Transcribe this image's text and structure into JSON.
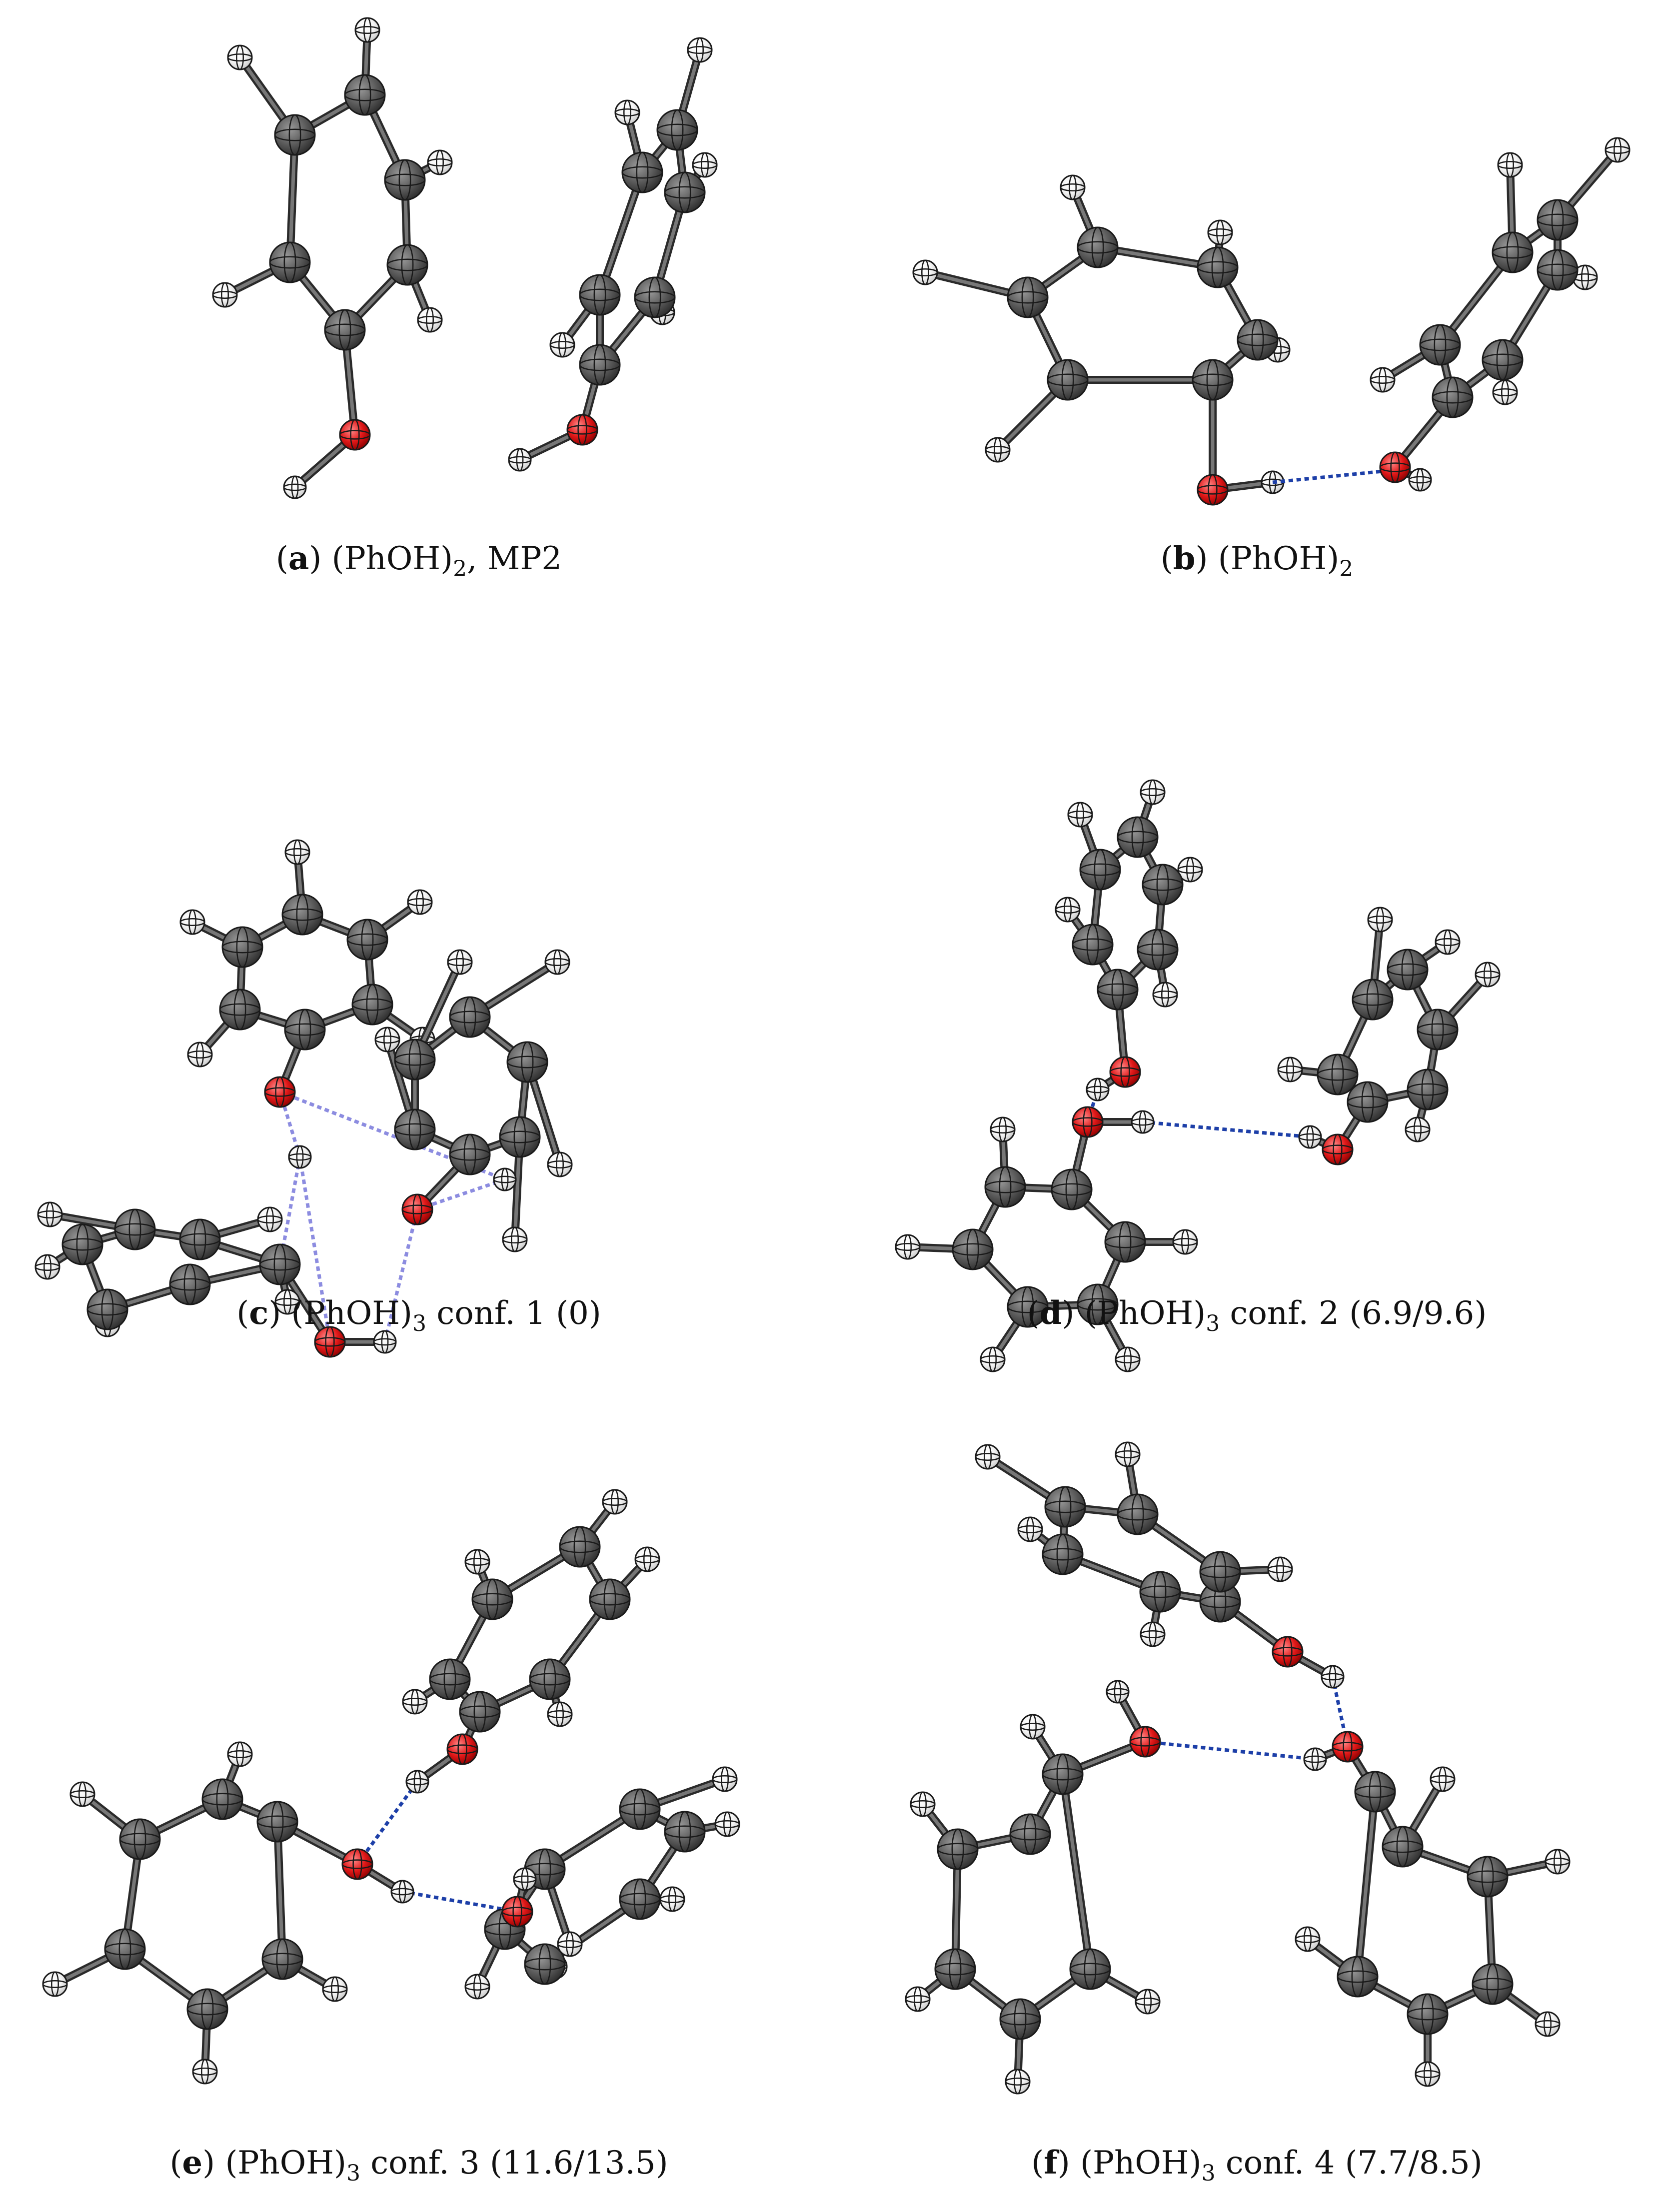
{
  "colors": {
    "carbon": "#5d5d5d",
    "hydrogen": "#f4f4f4",
    "oxygen": "#e01818",
    "hbond_dark": "#1d3fa8",
    "hbond_light": "#8c8ce0"
  },
  "panels": [
    {
      "letter": "a",
      "formula": "(PhOH)",
      "subscript": "2",
      "rest": ", MP2"
    },
    {
      "letter": "b",
      "formula": "(PhOH)",
      "subscript": "2",
      "rest": ""
    },
    {
      "letter": "c",
      "formula": "(PhOH)",
      "subscript": "3",
      "rest": " conf. 1 (0)"
    },
    {
      "letter": "d",
      "formula": "(PhOH)",
      "subscript": "3",
      "rest": " conf. 2 (6.9/9.6)"
    },
    {
      "letter": "e",
      "formula": "(PhOH)",
      "subscript": "3",
      "rest": " conf. 3 (11.6/13.5)"
    },
    {
      "letter": "f",
      "formula": "(PhOH)",
      "subscript": "3",
      "rest": " conf. 4 (7.7/8.5)"
    }
  ]
}
